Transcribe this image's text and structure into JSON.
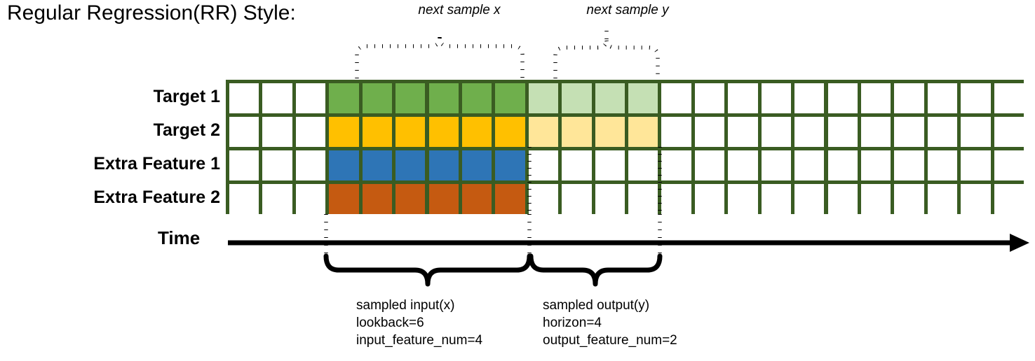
{
  "title": "Regular Regression(RR) Style:",
  "grid": {
    "columns": 24,
    "rows": [
      {
        "label": "Target 1",
        "name": "target-1",
        "color": "#6FAF4C",
        "faded_color": "#C5E0B4",
        "dark_start": 3,
        "dark_count": 6,
        "faded_count": 4
      },
      {
        "label": "Target 2",
        "name": "target-2",
        "color": "#FFC000",
        "faded_color": "#FFE699",
        "dark_start": 3,
        "dark_count": 6,
        "faded_count": 4
      },
      {
        "label": "Extra Feature 1",
        "name": "extra-feature-1",
        "color": "#2E75B6",
        "faded_color": null,
        "dark_start": 3,
        "dark_count": 6,
        "faded_count": 0
      },
      {
        "label": "Extra Feature 2",
        "name": "extra-feature-2",
        "color": "#C55A11",
        "faded_color": null,
        "dark_start": 3,
        "dark_count": 6,
        "faded_count": 0
      }
    ],
    "border_color": "#3A5C22",
    "empty_color": "#FFFFFF"
  },
  "top_braces": [
    {
      "label": "next sample x"
    },
    {
      "label": "next sample y"
    }
  ],
  "time_axis": {
    "label": "Time"
  },
  "bottom_braces": [
    {
      "name": "sampled-input",
      "line1": "sampled input(x)",
      "line2": "lookback=6",
      "line3": "input_feature_num=4"
    },
    {
      "name": "sampled-output",
      "line1": "sampled output(y)",
      "line2": "horizon=4",
      "line3": "output_feature_num=2"
    }
  ]
}
